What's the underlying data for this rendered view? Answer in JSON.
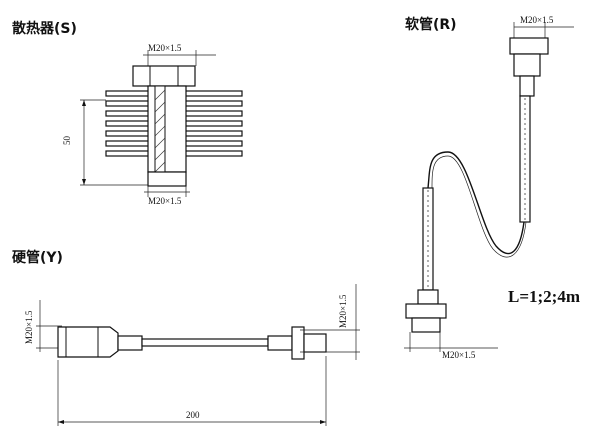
{
  "radiator": {
    "title": "散热器(S)",
    "thread_top": "M20×1.5",
    "thread_bottom": "M20×1.5",
    "height_dim": "50"
  },
  "hose": {
    "title": "软管(R)",
    "thread_top": "M20×1.5",
    "thread_bottom": "M20×1.5",
    "length_note": "L=1;2;4m"
  },
  "rigid": {
    "title": "硬管(Y)",
    "thread_left": "M20×1.5",
    "thread_right": "M20×1.5",
    "length_dim": "200"
  }
}
